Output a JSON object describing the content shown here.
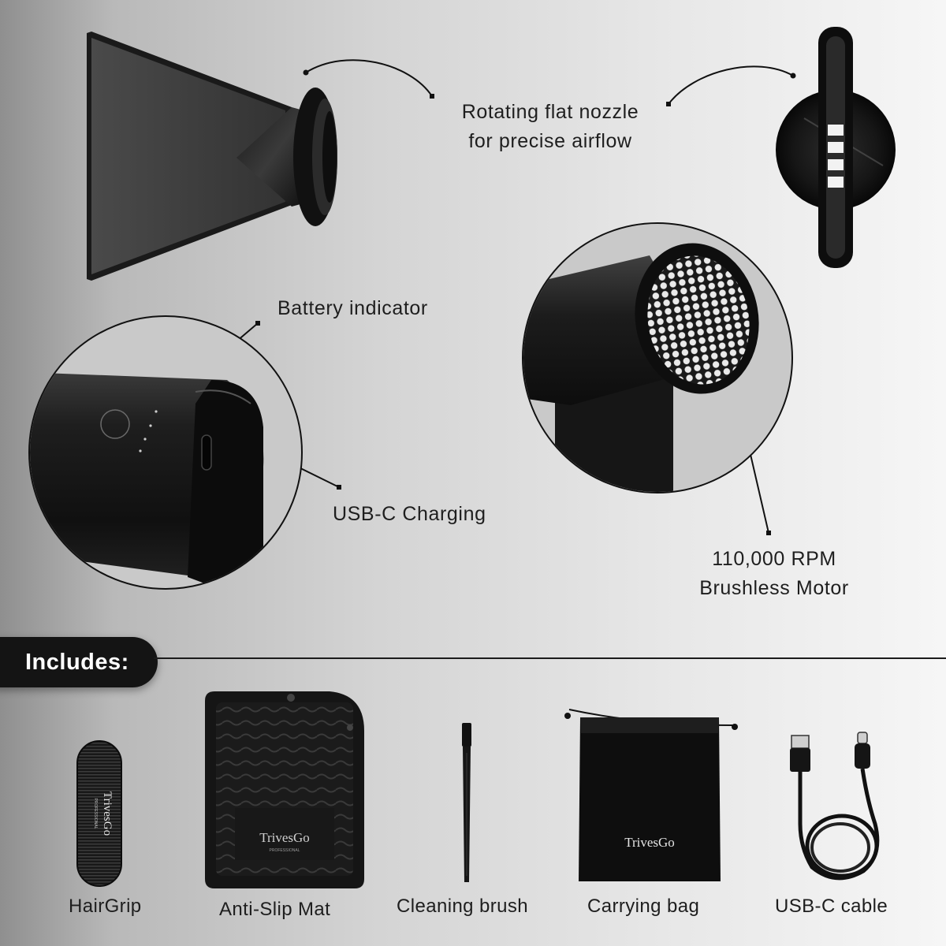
{
  "features": {
    "nozzle_label_line1": "Rotating flat nozzle",
    "nozzle_label_line2": "for precise airflow",
    "battery_label": "Battery indicator",
    "usb_label": "USB-C Charging",
    "motor_label_line1": "110,000 RPM",
    "motor_label_line2": "Brushless Motor"
  },
  "includes": {
    "heading": "Includes:",
    "items": [
      {
        "label": "HairGrip",
        "icon": "hairgrip-icon"
      },
      {
        "label": "Anti-Slip Mat",
        "icon": "anti-slip-mat-icon"
      },
      {
        "label": "Cleaning brush",
        "icon": "cleaning-brush-icon"
      },
      {
        "label": "Carrying bag",
        "icon": "carrying-bag-icon"
      },
      {
        "label": "USB-C cable",
        "icon": "usb-c-cable-icon"
      }
    ]
  },
  "brand": {
    "name": "TrivesGo",
    "tagline": "PROFESSIONAL"
  },
  "colors": {
    "product": "#151515",
    "accent_line": "#111111"
  }
}
